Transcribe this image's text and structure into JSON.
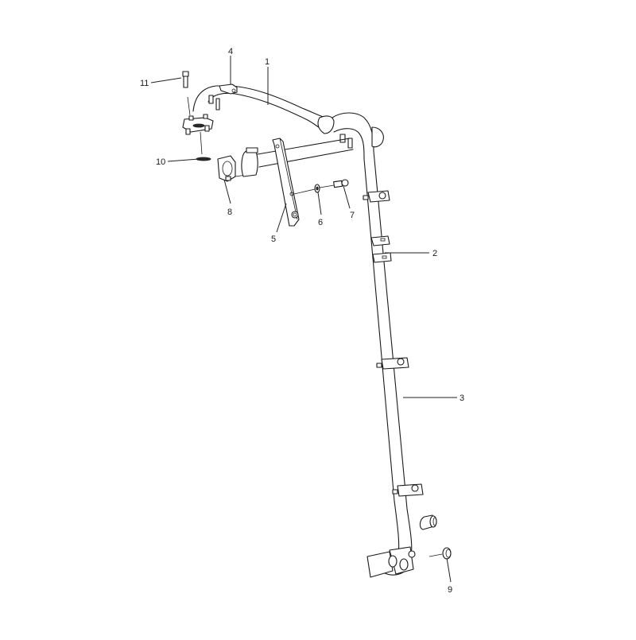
{
  "diagram": {
    "type": "exploded-parts-view",
    "callouts": [
      {
        "id": "1",
        "label": "1",
        "part": "upper-curved-tube"
      },
      {
        "id": "2",
        "label": "2",
        "part": "tube-clamp-pair"
      },
      {
        "id": "3",
        "label": "3",
        "part": "vertical-tube"
      },
      {
        "id": "4",
        "label": "4",
        "part": "tube-clip"
      },
      {
        "id": "5",
        "label": "5",
        "part": "mounting-bracket"
      },
      {
        "id": "6",
        "label": "6",
        "part": "washer"
      },
      {
        "id": "7",
        "label": "7",
        "part": "bolt"
      },
      {
        "id": "8",
        "label": "8",
        "part": "flange-clamp"
      },
      {
        "id": "9",
        "label": "9",
        "part": "fitting-nut"
      },
      {
        "id": "10",
        "label": "10",
        "part": "gasket"
      },
      {
        "id": "11",
        "label": "11",
        "part": "screw"
      }
    ],
    "colors": {
      "line": "#1a1a1a",
      "background": "#ffffff"
    }
  }
}
